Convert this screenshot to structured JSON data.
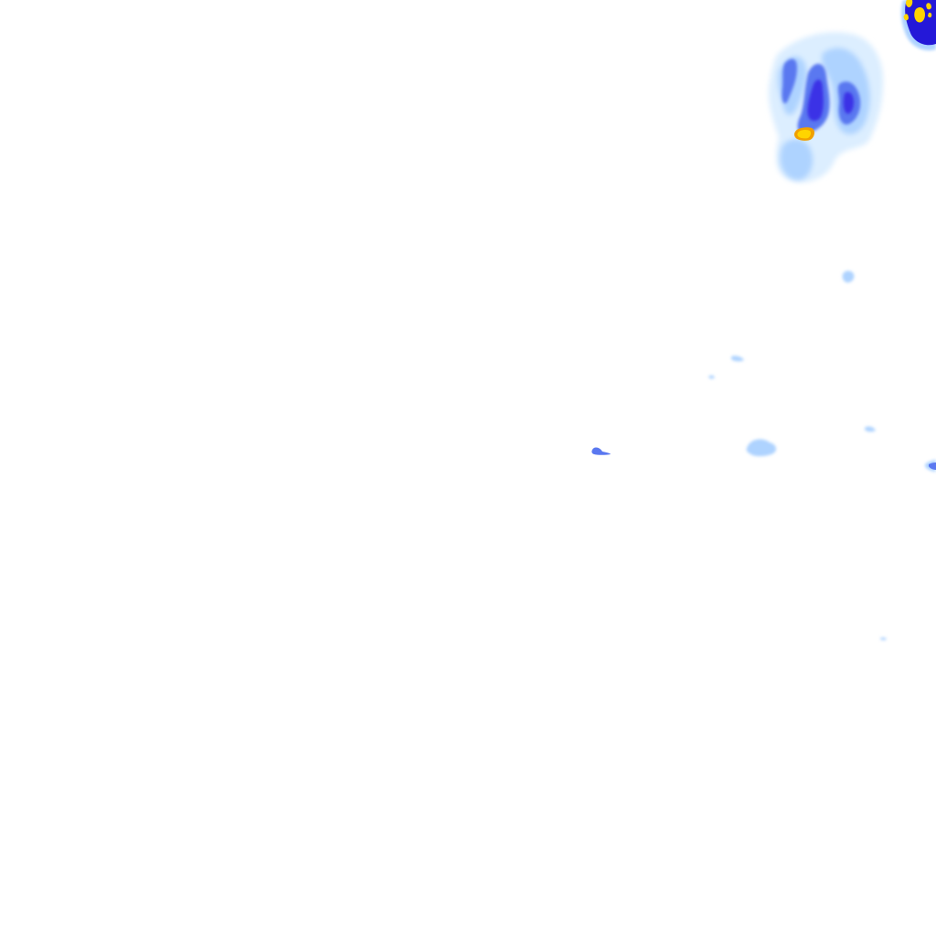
{
  "map": {
    "kind": "precipitation-radar-overlay",
    "background_color": "#ffffff",
    "palette": {
      "very_light": "#dceeff",
      "light": "#aed3ff",
      "medium_light": "#7fb2ff",
      "medium": "#5a78f0",
      "strong": "#3b30e6",
      "heavy": "#2418d8",
      "intense_core": "#ffd400",
      "intense_edge": "#f0a000"
    },
    "echo_levels": [
      "very_light",
      "light",
      "medium",
      "strong",
      "intense"
    ],
    "cells": [
      {
        "name": "north-east-storm-cell",
        "max_level": "intense"
      },
      {
        "name": "top-right-corner-cell",
        "max_level": "intense"
      },
      {
        "name": "scattered-small-echoes",
        "max_level": "medium"
      }
    ]
  }
}
